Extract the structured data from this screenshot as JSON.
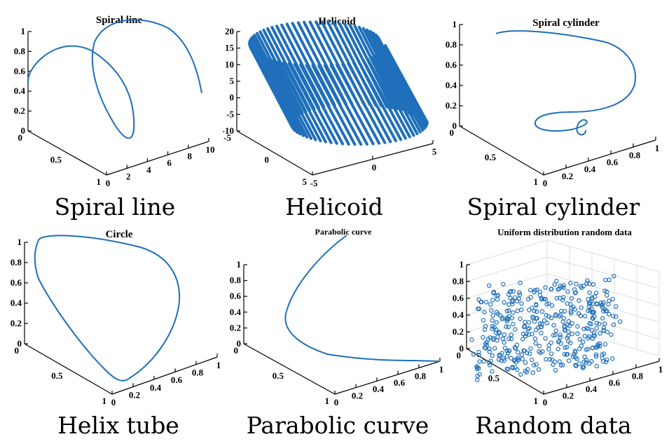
{
  "accent": "#1f6fba",
  "chart_data": [
    {
      "type": "line3d",
      "title": "Spiral line",
      "caption": "Spiral line",
      "xlim": [
        0,
        10
      ],
      "ylim": [
        0,
        1
      ],
      "zlim": [
        0,
        1
      ],
      "xticks": [
        "0",
        "2",
        "4",
        "6",
        "8",
        "10"
      ],
      "yticks": [
        "0",
        "0.5",
        "1"
      ],
      "zticks": [
        "0",
        "0.2",
        "0.4",
        "0.6",
        "0.8",
        "1"
      ],
      "series": [
        {
          "x": [
            10,
            9.3,
            8.5,
            7.5,
            6.4,
            5.4,
            4.6,
            3.9,
            3.3,
            2.9,
            2.4,
            1.8,
            1.2,
            0.6,
            0.1,
            0
          ],
          "y": [
            0.95,
            0.9,
            0.75,
            0.6,
            0.45,
            0.4,
            0.48,
            0.55,
            0.62,
            0.6,
            0.5,
            0.38,
            0.28,
            0.2,
            0.15,
            0.1
          ],
          "z": [
            0.6,
            0.78,
            0.9,
            0.98,
            0.9,
            0.7,
            0.45,
            0.25,
            0.28,
            0.45,
            0.62,
            0.72,
            0.75,
            0.72,
            0.65,
            0.55
          ]
        }
      ]
    },
    {
      "type": "surface3d",
      "title": "Helicoid",
      "caption": "Helicoid",
      "xlim": [
        -5,
        5
      ],
      "ylim": [
        -5,
        5
      ],
      "zlim": [
        -10,
        20
      ],
      "xticks": [
        "-5",
        "0",
        "5"
      ],
      "yticks": [
        "-5",
        "0",
        "5"
      ],
      "zticks": [
        "-10",
        "-5",
        "0",
        "5",
        "10",
        "15",
        "20"
      ]
    },
    {
      "type": "line3d",
      "title": "Spiral cylinder",
      "caption": "Spiral cylinder",
      "xlim": [
        0,
        1
      ],
      "ylim": [
        0,
        1
      ],
      "zlim": [
        0,
        1
      ],
      "xticks": [
        "0",
        "0.2",
        "0.4",
        "0.6",
        "0.8",
        "1"
      ],
      "yticks": [
        "0",
        "0.5",
        "1"
      ],
      "zticks": [
        "0",
        "0.2",
        "0.4",
        "0.6",
        "0.8",
        "1"
      ]
    },
    {
      "type": "line3d",
      "title": "Circle",
      "caption": "Helix tube",
      "xlim": [
        0,
        1
      ],
      "ylim": [
        0,
        1
      ],
      "zlim": [
        0,
        1
      ],
      "xticks": [
        "0",
        "0.2",
        "0.4",
        "0.6",
        "0.8",
        "1"
      ],
      "yticks": [
        "0",
        "0.5",
        "1"
      ],
      "zticks": [
        "0",
        "0.2",
        "0.4",
        "0.6",
        "0.8",
        "1"
      ]
    },
    {
      "type": "line3d",
      "title": "Parabolic curve",
      "caption": "Parabolic curve",
      "xlim": [
        0,
        1
      ],
      "ylim": [
        0,
        1
      ],
      "zlim": [
        0,
        1
      ],
      "xticks": [
        "0",
        "0.2",
        "0.4",
        "0.6",
        "0.8",
        "1"
      ],
      "yticks": [
        "0",
        "0.5",
        "1"
      ],
      "zticks": [
        "0",
        "0.2",
        "0.4",
        "0.6",
        "0.8",
        "1"
      ]
    },
    {
      "type": "scatter3d",
      "title": "Uniform distribution random data",
      "caption": "Random data",
      "xlim": [
        0,
        1
      ],
      "ylim": [
        0,
        1
      ],
      "zlim": [
        0,
        1
      ],
      "xticks": [
        "0",
        "0.2",
        "0.4",
        "0.6",
        "0.8",
        "1"
      ],
      "yticks": [
        "0",
        "0.5",
        "1"
      ],
      "zticks": [
        "0",
        "0.2",
        "0.4",
        "0.6",
        "0.8",
        "1"
      ],
      "grid": true,
      "marker": "circle"
    }
  ]
}
